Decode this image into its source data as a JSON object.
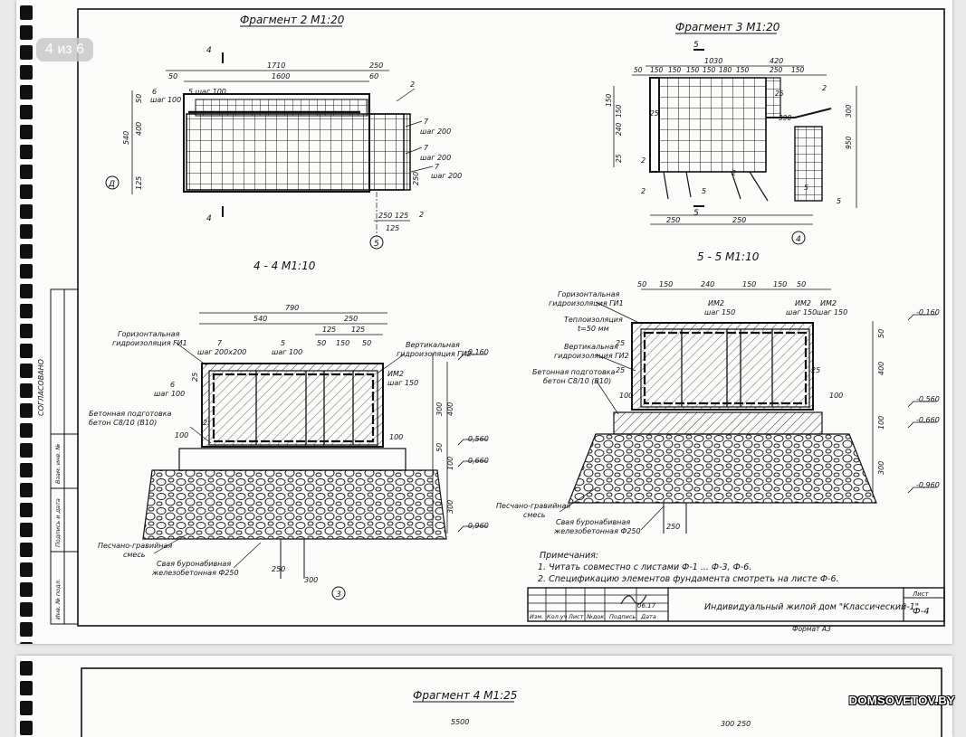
{
  "viewer": {
    "page_counter": "4 из 6",
    "watermark": "DOMSOVETOV.BY"
  },
  "sheet": {
    "fragments": [
      {
        "title": "Фрагмент 2 М1:20",
        "section_marker": "4",
        "dims": [
          "1710",
          "250",
          "1600",
          "60",
          "50",
          "5 шаг 100",
          "6",
          "шаг 100",
          "540",
          "400",
          "50",
          "125",
          "250",
          "125",
          "125",
          "250"
        ],
        "callouts": [
          "2",
          "7",
          "шаг 200",
          "7",
          "шаг 200",
          "7",
          "шаг 200",
          "2"
        ],
        "axis_labels": [
          "Д",
          "5"
        ]
      },
      {
        "title": "Фрагмент 3 М1:20",
        "section_marker": "5",
        "dims": [
          "1030",
          "420",
          "50",
          "150",
          "150",
          "150",
          "150",
          "180",
          "150",
          "250",
          "150",
          "150",
          "240",
          "150",
          "25",
          "25",
          "25",
          "390",
          "300",
          "950",
          "250",
          "250"
        ],
        "callouts": [
          "2",
          "2",
          "2",
          "5",
          "2",
          "5",
          "5"
        ],
        "axis_labels": [
          "4"
        ]
      }
    ],
    "sections": [
      {
        "title": "4 - 4 М1:10",
        "dims": [
          "790",
          "540",
          "250",
          "125",
          "125",
          "50",
          "150",
          "50",
          "7",
          "шаг 200х200",
          "5",
          "шаг 100",
          "6",
          "шаг 100",
          "25",
          "25",
          "100",
          "100",
          "300",
          "400",
          "50",
          "100",
          "300",
          "250",
          "300"
        ],
        "labels": [
          "Горизонтальная",
          "гидроизоляция ГИ1",
          "Вертикальная",
          "гидроизоляция ГИ2",
          "ИМ2",
          "шаг 150",
          "Бетонная подготовка",
          "бетон С8/10 (В10)",
          "Песчано-гравийная",
          "смесь",
          "Свая буронабивная",
          "железобетонная Ф250"
        ],
        "levels": [
          "-0,160",
          "-0,560",
          "-0,660",
          "-0,960"
        ],
        "axis_label": "3"
      },
      {
        "title": "5 - 5 М1:10",
        "dims": [
          "50",
          "150",
          "240",
          "150",
          "150",
          "50",
          "25",
          "25",
          "25",
          "50",
          "400",
          "100",
          "100",
          "100",
          "300",
          "250"
        ],
        "labels": [
          "Горизонтальная",
          "гидроизоляция ГИ1",
          "Теплоизоляция",
          "t=50 мм",
          "Вертикальная",
          "гидроизоляция ГИ2",
          "Бетонная подготовка",
          "бетон С8/10 (В10)",
          "ИМ2",
          "шаг 150",
          "ИМ2",
          "шаг 150",
          "ИМ2",
          "шаг 150",
          "Песчано-гравийная",
          "смесь",
          "Свая буронабивная",
          "железобетонная Ф250"
        ],
        "levels": [
          "-0,160",
          "-0,560",
          "-0,660",
          "-0,960"
        ]
      }
    ],
    "notes": {
      "heading": "Примечания:",
      "items": [
        "1. Читать совместно с листами Ф-1 ... Ф-3, Ф-6.",
        "2. Спецификацию элементов фундамента смотреть на листе Ф-6."
      ]
    },
    "title_block": {
      "project": "Индивидуальный жилой дом \"Классический-1\"",
      "sheet_label": "Лист",
      "sheet": "Ф-4",
      "date": "06.17",
      "columns": [
        "Изм.",
        "Кол.уч",
        "Лист",
        "№док.",
        "Подпись",
        "Дата"
      ],
      "format": "Формат А3"
    },
    "side_stamp": {
      "agreed": "СОГЛАСОВАНО",
      "rows": [
        "Взам. инв. №",
        "Подпись и дата",
        "Инв. № подл."
      ]
    }
  },
  "next_page": {
    "title": "Фрагмент 4 М1:25",
    "dims": [
      "5500",
      "300",
      "250"
    ]
  }
}
